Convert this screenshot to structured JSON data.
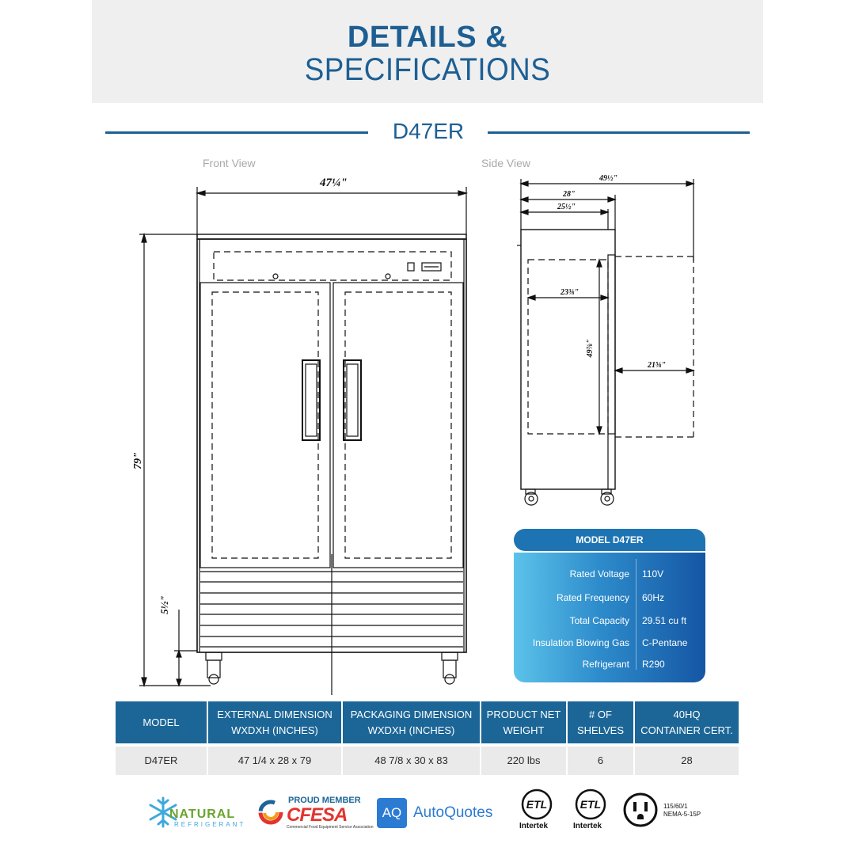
{
  "header": {
    "title_line1": "DETAILS &",
    "title_line2": "SPECIFICATIONS"
  },
  "model_heading": "D47ER",
  "views": {
    "front_label": "Front View",
    "side_label": "Side View"
  },
  "dimensions": {
    "front_width": "47¼\"",
    "front_height": "79\"",
    "front_base": "5½\"",
    "side_total": "49½\"",
    "side_depth": "28\"",
    "side_body": "25½\"",
    "side_interior": "23⅜\"",
    "side_door_height": "49⅞\"",
    "side_door_swing": "21⅝\""
  },
  "spec_card": {
    "title": "MODEL D47ER",
    "rows": [
      {
        "label": "Rated  Voltage",
        "value": "110V"
      },
      {
        "label": "Rated  Frequency",
        "value": "60Hz"
      },
      {
        "label": "Total Capacity",
        "value": "29.51 cu ft"
      },
      {
        "label": "Insulation Blowing Gas",
        "value": "C-Pentane"
      },
      {
        "label": "Refrigerant",
        "value": "R290"
      }
    ]
  },
  "table": {
    "headers": [
      "MODEL",
      "EXTERNAL DIMENSION\nWXDXH (INCHES)",
      "PACKAGING DIMENSION\nWXDXH (INCHES)",
      "PRODUCT NET\nWEIGHT",
      "# OF\nSHELVES",
      "40HQ\nCONTAINER CERT."
    ],
    "row": [
      "D47ER",
      "47 1/4 x 28 x 79",
      "48 7/8 x 30 x 83",
      "220 lbs",
      "6",
      "28"
    ]
  },
  "logos": {
    "natural_top": "NATURAL",
    "natural_bottom": "REFRIGERANT",
    "cfesa_top": "PROUD MEMBER",
    "cfesa_main": "CFESA",
    "cfesa_sub": "Commercial Food Equipment Service Association",
    "aq_badge": "AQ",
    "aq_name": "AutoQuotes",
    "etl1_label": "Intertek",
    "etl2_label": "Intertek",
    "plug_line1": "115/60/1",
    "plug_line2": "NEMA-5-15P"
  },
  "colors": {
    "brand_blue": "#1d5f93",
    "table_header": "#1c6697",
    "table_row": "#eaeaea"
  }
}
